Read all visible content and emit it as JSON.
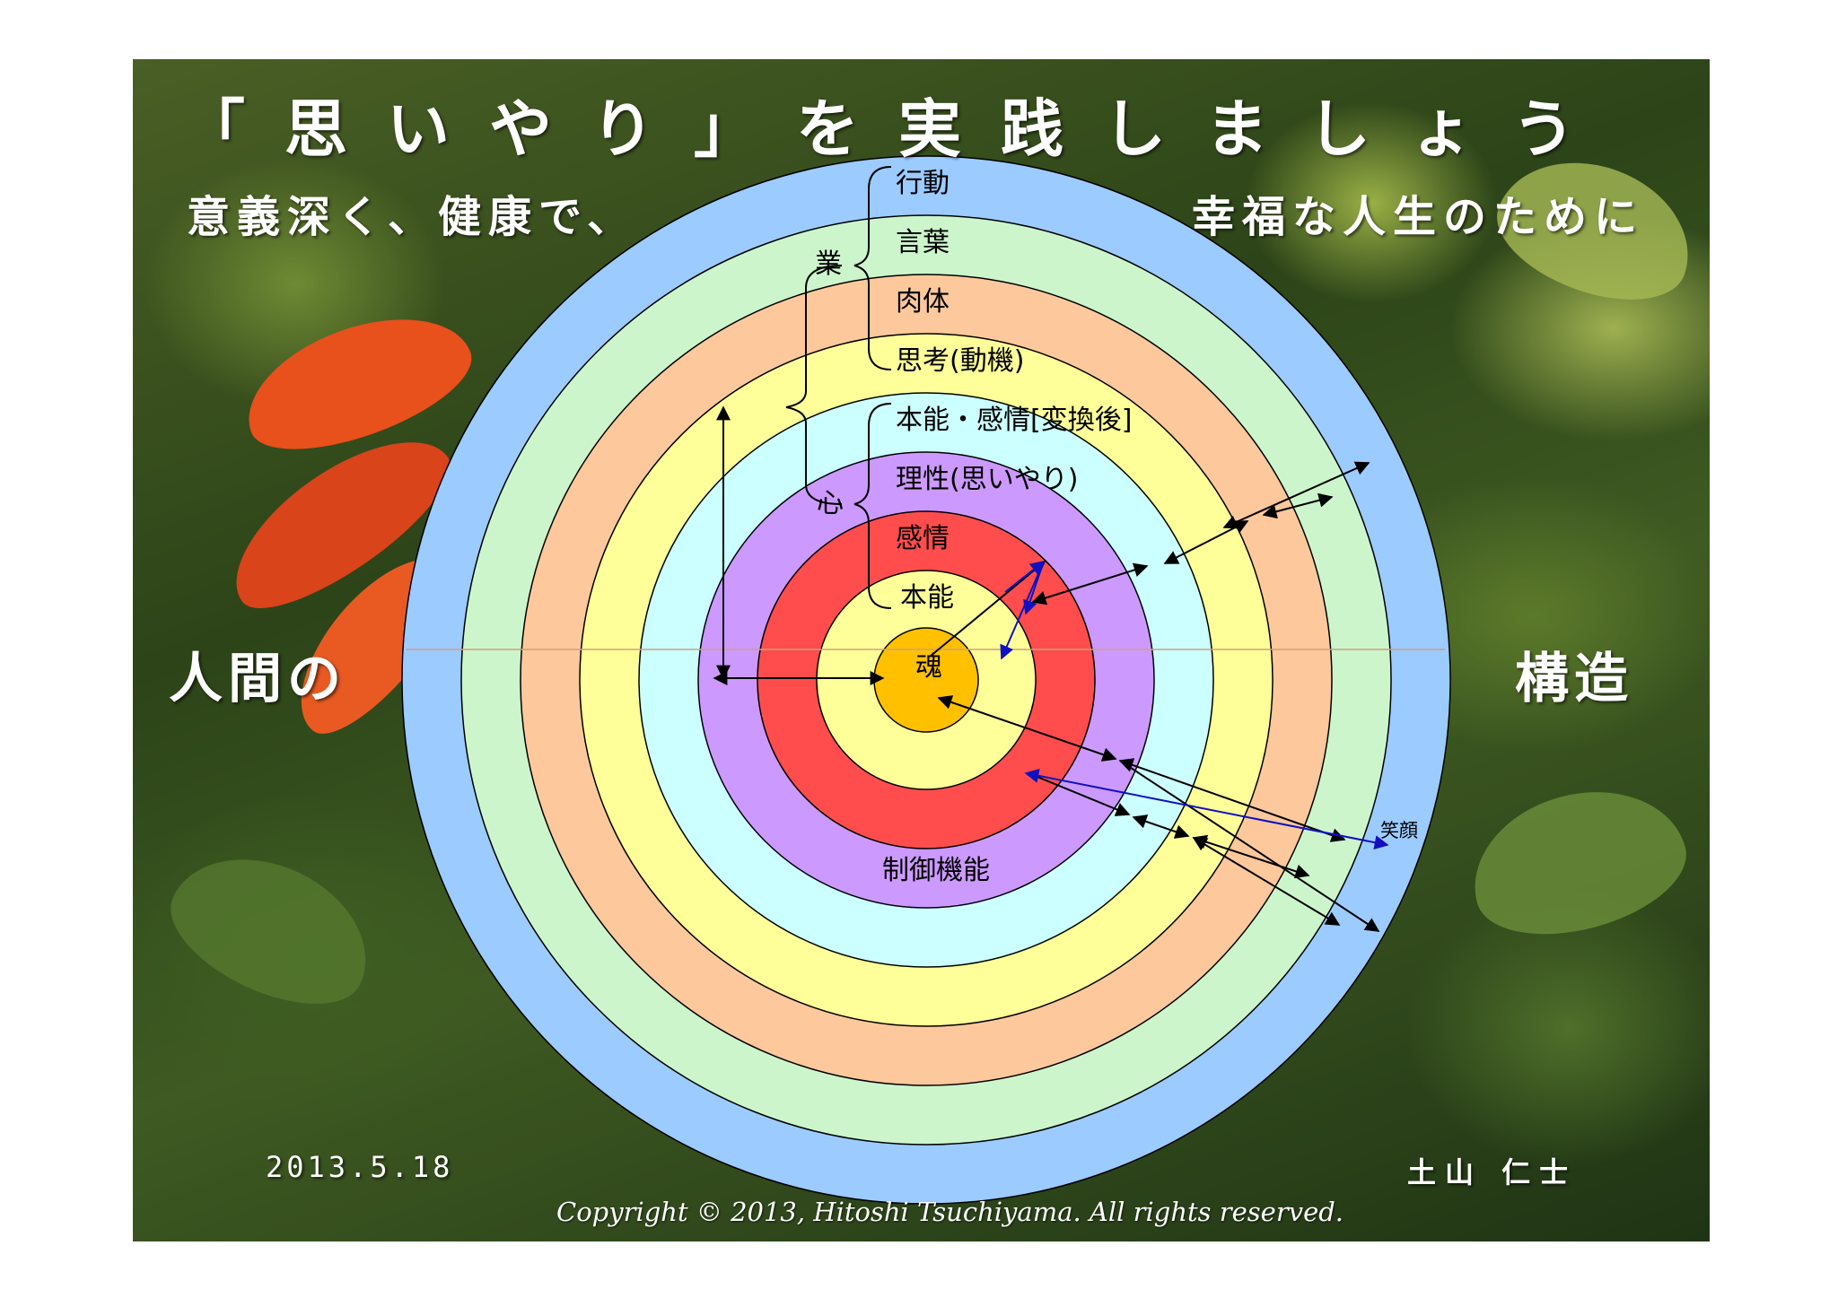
{
  "title": "「思いやり」を実践しましょう",
  "subtitle_left": "意義深く、健康で、",
  "subtitle_right": "幸福な人生のために",
  "side_left": "人間の",
  "side_right": "構造",
  "date": "2013.5.18",
  "author": "土山 仁士",
  "copyright": "Copyright © 2013, Hitoshi Tsuchiyama. All rights reserved.",
  "diagram": {
    "rings": [
      {
        "label": "行動",
        "color": "#9ccbff"
      },
      {
        "label": "言葉",
        "color": "#ccf5cc"
      },
      {
        "label": "肉体",
        "color": "#fcc89c"
      },
      {
        "label": "思考(動機)",
        "color": "#ffff99"
      },
      {
        "label": "本能・感情[変換後]",
        "color": "#ccffff"
      },
      {
        "label": "理性(思いやり)",
        "color": "#cc99ff"
      },
      {
        "label": "感情",
        "color": "#ff4d4d"
      },
      {
        "label": "本能",
        "color": "#ffff99"
      }
    ],
    "core": {
      "label": "魂",
      "color": "#ffc000"
    },
    "group_labels": {
      "karma": "業",
      "heart": "心"
    },
    "control_label": "制御機能",
    "smile_label": "笑顔"
  }
}
